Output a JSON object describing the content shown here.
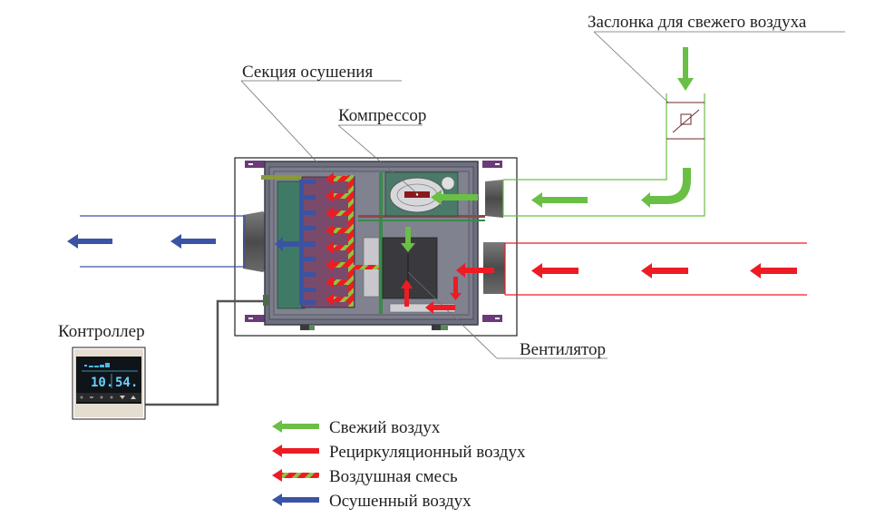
{
  "labels": {
    "fresh_air_damper": "Заслонка для свежего воздуха",
    "dehumidification_section": "Секция осушения",
    "compressor": "Компрессор",
    "fan": "Вентилятор",
    "controller": "Контроллер"
  },
  "controller_display": {
    "temperature": "10.",
    "humidity": "54.",
    "buttons": [
      "power",
      "mode",
      "fan",
      "settings",
      "down",
      "up"
    ]
  },
  "legend": [
    {
      "label": "Свежий воздух",
      "type": "fresh",
      "color": "#6abf45"
    },
    {
      "label": "Рециркуляционный воздух",
      "type": "recirculation",
      "color": "#ed1c24"
    },
    {
      "label": "Воздушная смесь",
      "type": "mix",
      "color": "#ed1c24",
      "stripe_color": "#6abf45"
    },
    {
      "label": "Осушенный воздух",
      "type": "dried",
      "color": "#3a53a4"
    }
  ],
  "colors": {
    "fresh": "#6abf45",
    "recirculation": "#ed1c24",
    "dried": "#3a53a4",
    "unit_body": "#6d6e7a",
    "coil": "#8a4a6a"
  }
}
